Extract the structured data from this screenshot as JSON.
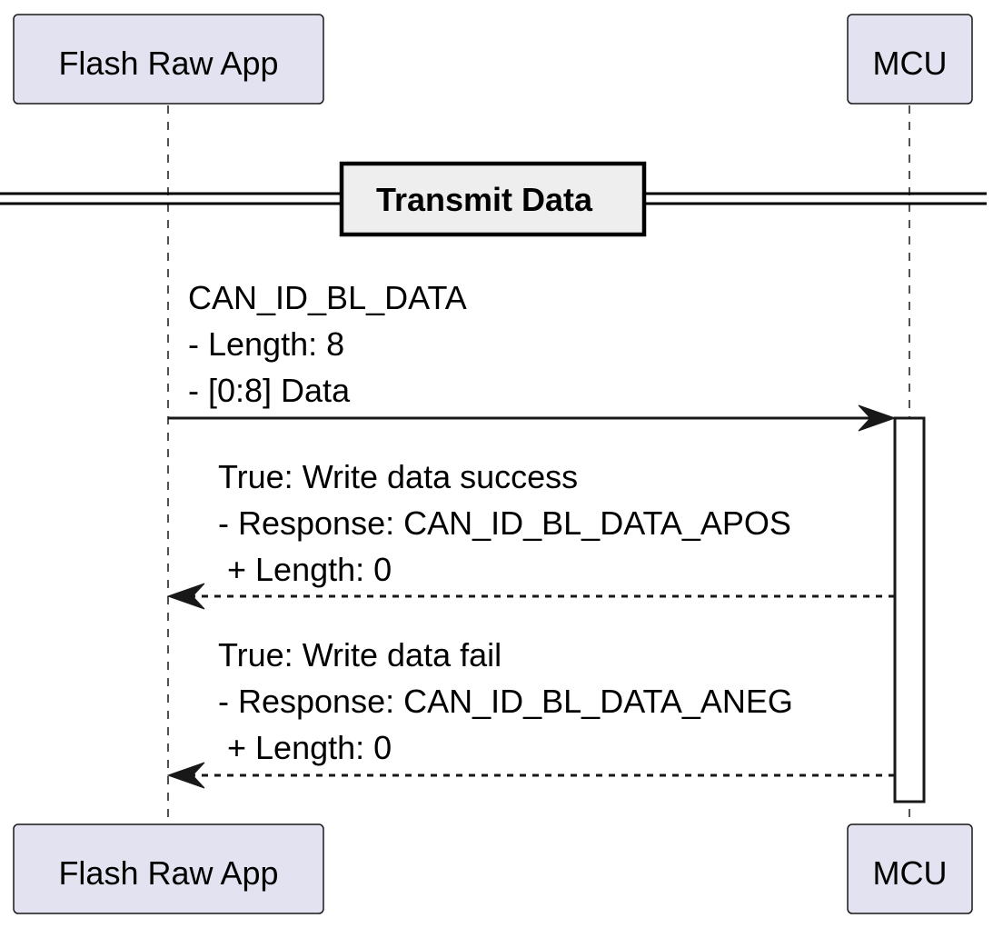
{
  "participants": {
    "left": {
      "name": "Flash Raw App"
    },
    "right": {
      "name": "MCU"
    }
  },
  "divider": {
    "label": "Transmit Data"
  },
  "messages": [
    {
      "from": "Flash Raw App",
      "to": "MCU",
      "style": "solid",
      "lines": [
        "CAN_ID_BL_DATA",
        "- Length: 8",
        "- [0:8] Data"
      ]
    },
    {
      "from": "MCU",
      "to": "Flash Raw App",
      "style": "dashed",
      "lines": [
        "True: Write data success",
        "- Response: CAN_ID_BL_DATA_APOS",
        " + Length: 0"
      ]
    },
    {
      "from": "MCU",
      "to": "Flash Raw App",
      "style": "dashed",
      "lines": [
        "True: Write data fail",
        "- Response: CAN_ID_BL_DATA_ANEG",
        " + Length: 0"
      ]
    }
  ],
  "colors": {
    "participant_fill": "#E2E2F0",
    "stroke": "#181818",
    "divider_fill": "#EEEEEE",
    "background": "#FFFFFF"
  }
}
